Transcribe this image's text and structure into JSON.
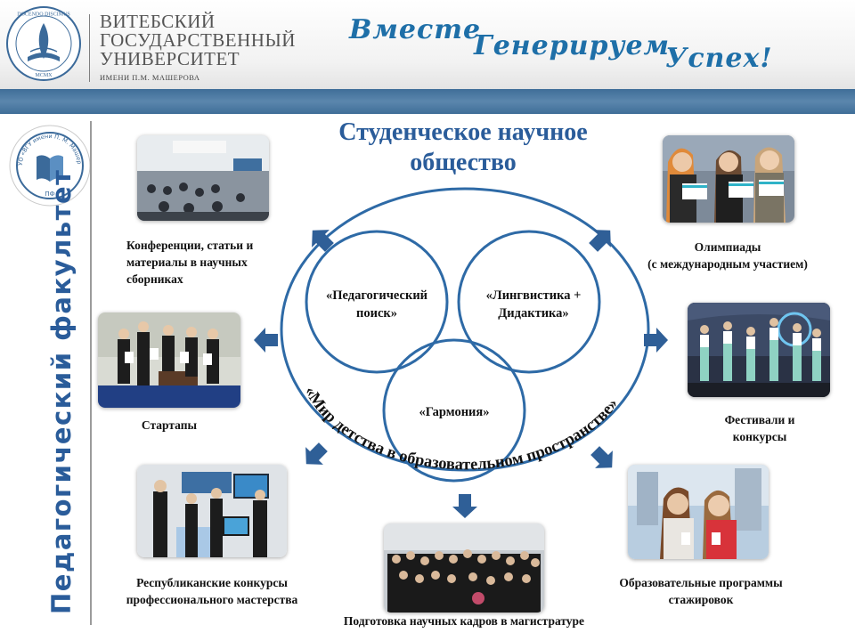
{
  "header": {
    "university_lines": [
      "ВИТЕБСКИЙ",
      "ГОСУДАРСТВЕННЫЙ",
      "УНИВЕРСИТЕТ"
    ],
    "university_sub": "ИМЕНИ П.М. МАШЕРОВА",
    "logo_text_top": "DOCENDO DISCIMUS",
    "logo_text_bottom": "MCMX",
    "slogan_words": [
      "Вместе",
      "Генерируем",
      "Успех!"
    ]
  },
  "sidebar": {
    "faculty_title": "Педагогический факультет",
    "faculty_logo_ring": "УО «ВГУ имени П. М. Машерова»",
    "faculty_logo_code": "ПФ"
  },
  "main": {
    "title_lines": [
      "Студенческое научное",
      "общество"
    ],
    "circles": [
      {
        "label_lines": [
          "«Педагогический",
          "поиск»"
        ]
      },
      {
        "label_lines": [
          "«Лингвистика +",
          "Дидактика»"
        ]
      },
      {
        "label_lines": [
          "«Гармония»"
        ]
      }
    ],
    "arc_text": "«Мир детства в образовательном пространстве»"
  },
  "activities": [
    {
      "caption_lines": [
        "Конференции, статьи и",
        "материалы в научных",
        "сборниках"
      ],
      "photo": "conference-photo"
    },
    {
      "caption_lines": [
        "Стартапы"
      ],
      "photo": "startups-photo"
    },
    {
      "caption_lines": [
        "Республиканские конкурсы",
        "профессионального мастерства"
      ],
      "photo": "competitions-photo"
    },
    {
      "caption_lines": [
        "Подготовка научных кадров в магистратуре"
      ],
      "photo": "graduation-photo"
    },
    {
      "caption_lines": [
        "Образовательные программы",
        "стажировок"
      ],
      "photo": "internship-photo"
    },
    {
      "caption_lines": [
        "Фестивали и",
        "конкурсы"
      ],
      "photo": "festival-photo"
    },
    {
      "caption_lines": [
        "Олимпиады",
        "(с международным участием)"
      ],
      "photo": "olympiad-photo"
    }
  ],
  "colors": {
    "accent_blue": "#2a5c9a",
    "band_blue": "#4f7aa3",
    "circle_stroke": "#2e6aa6",
    "arrow_fill": "#2f5f97",
    "slogan_blue": "#1e6fa8"
  }
}
